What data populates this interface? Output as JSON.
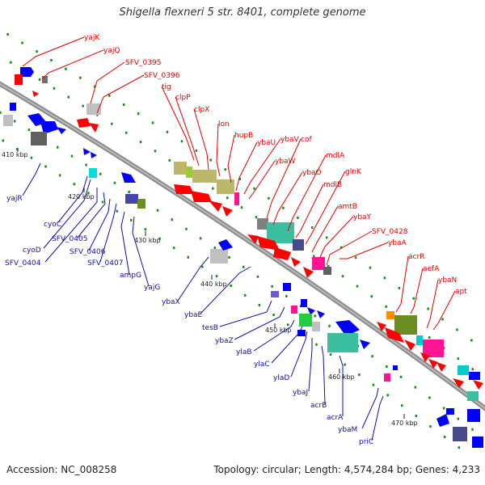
{
  "title": "Shigella flexneri 5 str. 8401, complete genome",
  "footer": {
    "accession": "Accession: NC_008258",
    "summary": "Topology: circular; Length: 4,574,284 bp; Genes: 4,233"
  },
  "colors": {
    "backbone": "#8c8c8c",
    "forward_gene": "#ff0000",
    "reverse_gene": "#0000ff",
    "label_forward": "#e00000",
    "label_reverse": "#1010a0",
    "dots": "#1a8c1a"
  },
  "ticks": [
    "410 kbp",
    "420 kbp",
    "430 kbp",
    "440 kbp",
    "450 kbp",
    "460 kbp",
    "470 kbp"
  ],
  "top_labels": [
    "yajK",
    "yajQ",
    "SFV_0395",
    "SFV_0396",
    "tig",
    "clpP",
    "clpX",
    "lon",
    "hupB",
    "ybaU",
    "ybaV",
    "ybaW",
    "cof",
    "ybaO",
    "mdlA",
    "mdlB",
    "glnK",
    "amtB",
    "ybaY",
    "SFV_0428",
    "ybaA",
    "acrR",
    "aefA",
    "ybaN",
    "apt"
  ],
  "bottom_labels": [
    "yajR",
    "cyoC",
    "cyoD",
    "SFV_0404",
    "SFV_0405",
    "SFV_0406",
    "SFV_0407",
    "ampG",
    "yajG",
    "ybaX",
    "ybaE",
    "tesB",
    "ybaZ",
    "ylaB",
    "ylaC",
    "ylaD",
    "ybaJ",
    "acrB",
    "acrA",
    "ybaM",
    "priC"
  ]
}
